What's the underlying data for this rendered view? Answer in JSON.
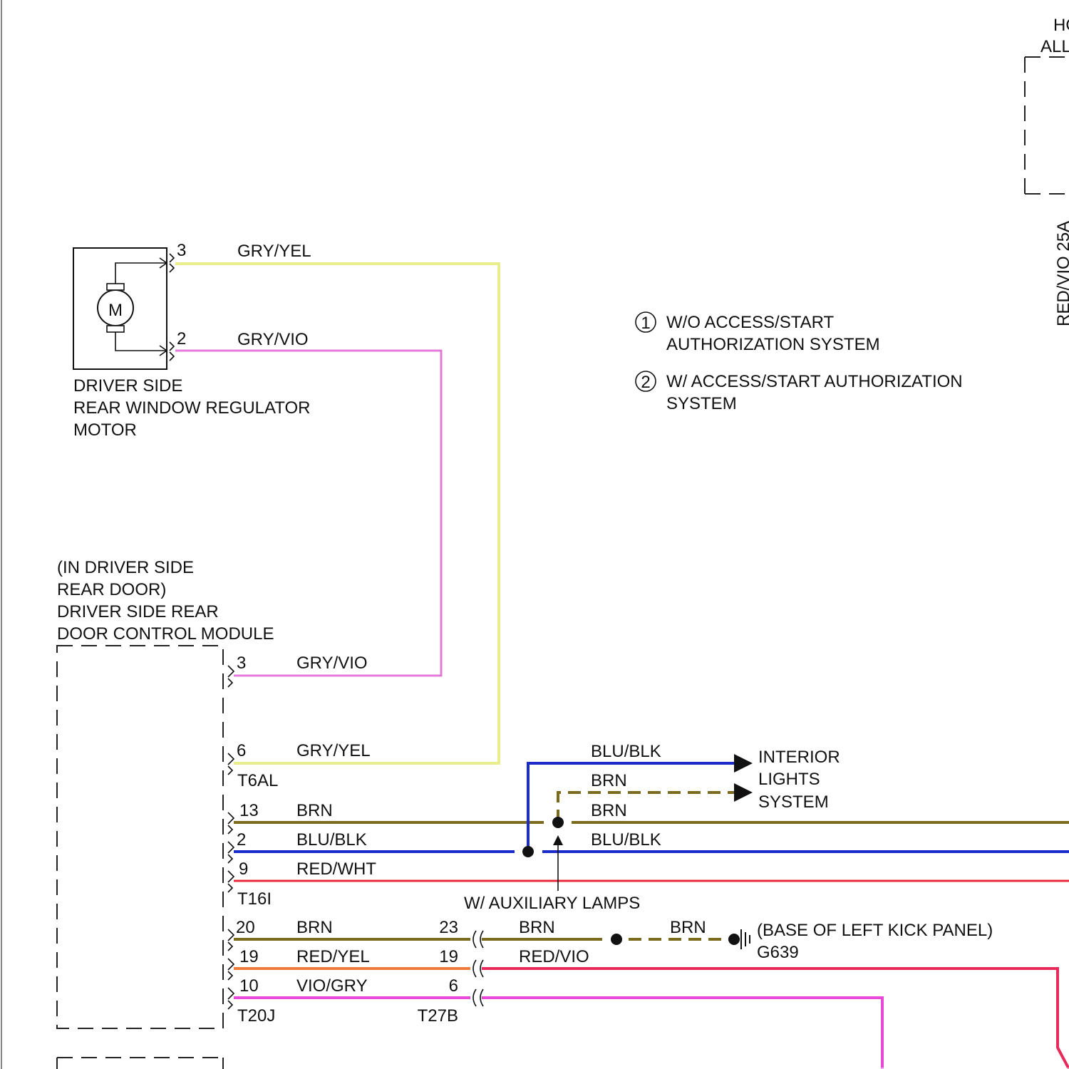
{
  "motor": {
    "symbol": "M",
    "pin_top": "3",
    "pin_bottom": "2",
    "title_lines": [
      "DRIVER SIDE",
      "REAR WINDOW REGULATOR",
      "MOTOR"
    ]
  },
  "module": {
    "title_lines": [
      "(IN DRIVER SIDE",
      "REAR DOOR)",
      "DRIVER SIDE REAR",
      "DOOR CONTROL MODULE"
    ]
  },
  "connectors": {
    "t6al": {
      "name": "T6AL",
      "pin_a": "3",
      "pin_b": "6"
    },
    "t16i": {
      "name": "T16I",
      "pin_a": "13",
      "pin_b": "2",
      "pin_c": "9"
    },
    "t20j": {
      "name": "T20J",
      "pin_a": "20",
      "pin_b": "19",
      "pin_c": "10"
    },
    "t27b": {
      "name": "T27B",
      "pin_a": "23",
      "pin_b": "19",
      "pin_c": "6"
    }
  },
  "wires": {
    "motor_gry_yel": "GRY/YEL",
    "motor_gry_vio": "GRY/VIO",
    "mod_gry_vio": "GRY/VIO",
    "mod_gry_yel": "GRY/YEL",
    "brn_13": "BRN",
    "blu_blk_2": "BLU/BLK",
    "red_wht_9": "RED/WHT",
    "brn_20": "BRN",
    "red_yel_19": "RED/YEL",
    "vio_gry_10": "VIO/GRY",
    "splice_blu_blk_top": "BLU/BLK",
    "splice_brn_top": "BRN",
    "splice_brn_right": "BRN",
    "splice_blu_blk_right": "BLU/BLK",
    "t27b_brn": "BRN",
    "ground_brn": "BRN",
    "t27b_red_vio": "RED/VIO"
  },
  "interior_lights": [
    "INTERIOR",
    "LIGHTS",
    "SYSTEM"
  ],
  "aux_lamps": "W/ AUXILIARY LAMPS",
  "ground": {
    "location": "(BASE OF LEFT KICK PANEL)",
    "id": "G639"
  },
  "notes": [
    {
      "num": "1",
      "lines": [
        "W/O ACCESS/START",
        "AUTHORIZATION SYSTEM"
      ]
    },
    {
      "num": "2",
      "lines": [
        "W/ ACCESS/START AUTHORIZATION",
        "SYSTEM"
      ]
    }
  ],
  "edge_labels": {
    "top_right_1": "HO",
    "top_right_2": "ALL",
    "vertical": "RED/VIO 25A"
  },
  "colors": {
    "gry_yel": "#e8ee8c",
    "gry_vio": "#e07ad6",
    "brn": "#7a6a1c",
    "blu_blk": "#1c2cc8",
    "red_wht": "#e8283a",
    "red_yel": "#f07a3c",
    "vio_gry": "#e84ad8",
    "red_vio": "#e82a5a"
  }
}
